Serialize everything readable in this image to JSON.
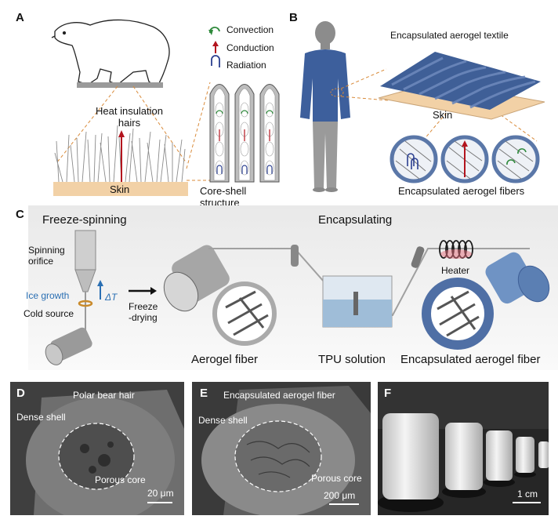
{
  "panels": {
    "A": {
      "label": "A",
      "legend": {
        "convection": "Convection",
        "conduction": "Conduction",
        "radiation": "Radiation"
      },
      "heat_insulation_hairs": "Heat insulation\nhairs",
      "skin": "Skin",
      "core_shell": "Core-shell structure"
    },
    "B": {
      "label": "B",
      "textile_title": "Encapsulated aerogel textile",
      "skin": "Skin",
      "fibers_caption": "Encapsulated aerogel fibers"
    },
    "C": {
      "label": "C",
      "freeze_spinning": "Freeze-spinning",
      "encapsulating": "Encapsulating",
      "spinning_orifice": "Spinning\norifice",
      "ice_growth": "Ice growth",
      "cold_source": "Cold source",
      "delta_t": "ΔT",
      "freeze_drying": "Freeze\n-drying",
      "heater": "Heater",
      "aerogel_fiber": "Aerogel fiber",
      "tpu_solution": "TPU solution",
      "encapsulated_fiber": "Encapsulated aerogel fiber"
    },
    "D": {
      "label": "D",
      "title": "Polar bear hair",
      "dense_shell": "Dense shell",
      "porous_core": "Porous core",
      "scale": "20 μm"
    },
    "E": {
      "label": "E",
      "title": "Encapsulated aerogel fiber",
      "dense_shell": "Dense shell",
      "porous_core": "Porous core",
      "scale": "200 μm"
    },
    "F": {
      "label": "F",
      "scale": "1 cm"
    }
  },
  "colors": {
    "skin": "#f2d1a6",
    "conduction_arrow": "#b3141e",
    "radiation_arrow": "#2b3f8f",
    "convection_arrow": "#2f8a3c",
    "ice_growth": "#2a6fb3",
    "textile_blue": "#3f5f97",
    "panel_c_bg": "#ececec"
  }
}
